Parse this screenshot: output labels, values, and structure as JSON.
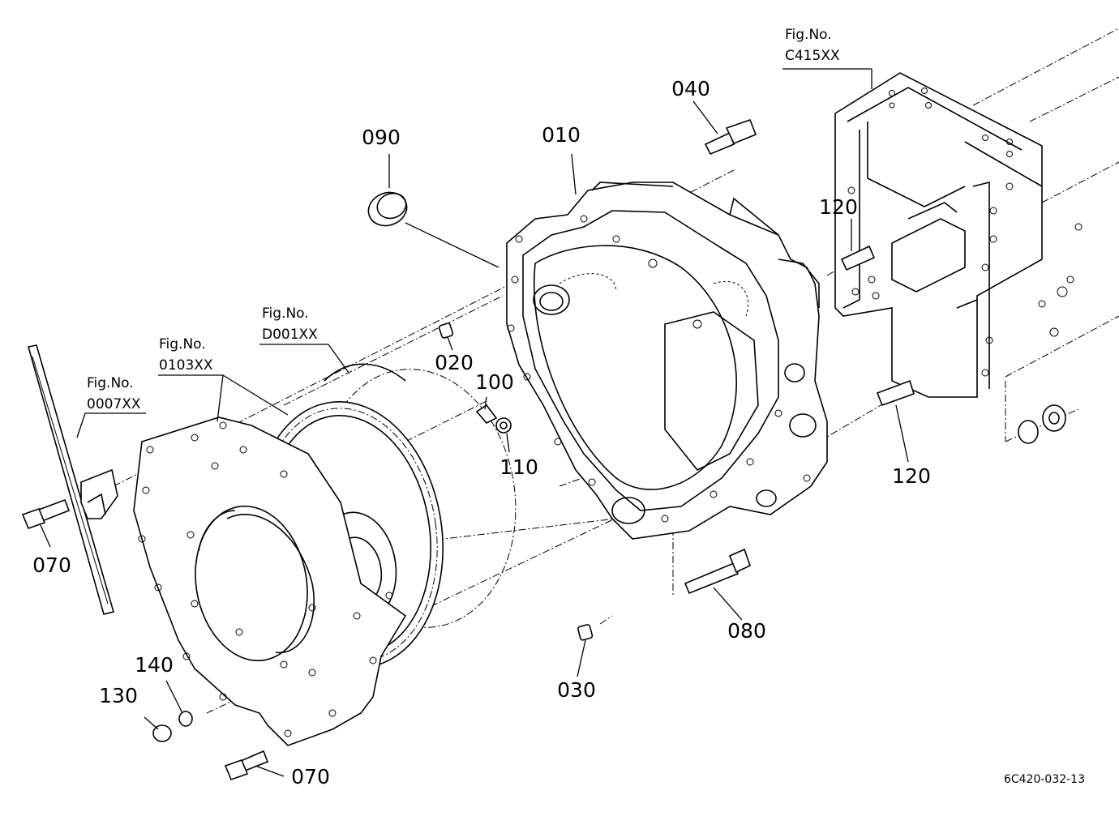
{
  "diagram": {
    "code": "6C420-032-13",
    "parts": [
      {
        "id": "010"
      },
      {
        "id": "020"
      },
      {
        "id": "030"
      },
      {
        "id": "040"
      },
      {
        "id": "070"
      },
      {
        "id": "070"
      },
      {
        "id": "080"
      },
      {
        "id": "090"
      },
      {
        "id": "100"
      },
      {
        "id": "110"
      },
      {
        "id": "120"
      },
      {
        "id": "120"
      },
      {
        "id": "130"
      },
      {
        "id": "140"
      }
    ],
    "figs": [
      {
        "label": "Fig.No.",
        "code": "C415XX"
      },
      {
        "label": "Fig.No.",
        "code": "D001XX"
      },
      {
        "label": "Fig.No.",
        "code": "0103XX"
      },
      {
        "label": "Fig.No.",
        "code": "0007XX"
      }
    ]
  }
}
